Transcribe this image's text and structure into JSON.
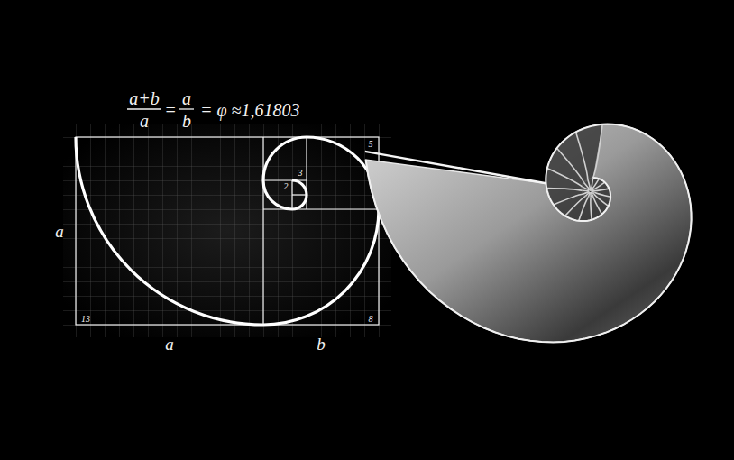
{
  "diagram": {
    "labels": [
      "a+b",
      "a",
      "=",
      "a",
      "b",
      "= φ ≈1,61803",
      "a",
      "a",
      "b",
      "13",
      "8",
      "5",
      "3",
      "2"
    ]
  }
}
